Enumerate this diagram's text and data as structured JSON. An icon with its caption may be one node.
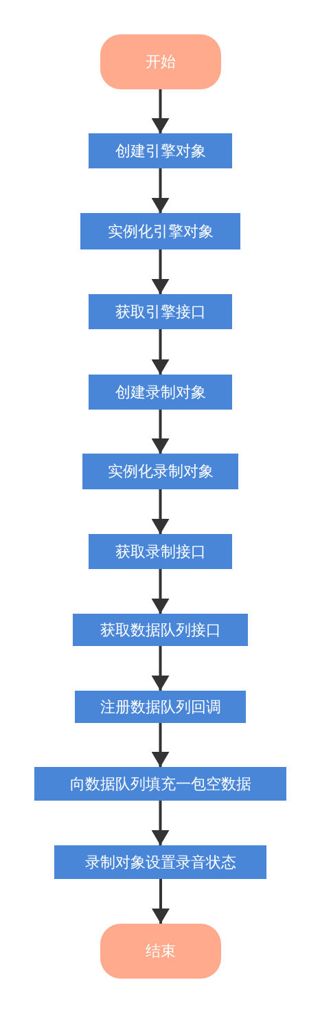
{
  "diagram": {
    "nodes": [
      {
        "text": [
          "开始"
        ]
      },
      {
        "text": [
          "创建引擎对象"
        ]
      },
      {
        "text": [
          "实例化引擎对象"
        ]
      },
      {
        "text": [
          "获取引擎接口"
        ]
      },
      {
        "text": [
          "创建录制对象"
        ]
      },
      {
        "text": [
          "实例化录制对象"
        ]
      },
      {
        "text": [
          "获取录制接口"
        ]
      },
      {
        "text": [
          "获取数据队列接口"
        ]
      },
      {
        "text": [
          "注册数据队列回调"
        ]
      },
      {
        "text": [
          "向数据队列填充一包空数据"
        ]
      },
      {
        "text": [
          "录制对象设置录音状态"
        ]
      },
      {
        "text": [
          "结束"
        ]
      }
    ],
    "edges": [
      {
        "from": 0,
        "to": 1,
        "arrow": "to"
      },
      {
        "from": 1,
        "to": 2,
        "arrow": "to"
      },
      {
        "from": 2,
        "to": 3,
        "arrow": "to"
      },
      {
        "from": 3,
        "to": 4,
        "arrow": "to"
      },
      {
        "from": 4,
        "to": 5,
        "arrow": "to"
      },
      {
        "from": 5,
        "to": 6,
        "arrow": "to"
      },
      {
        "from": 6,
        "to": 7,
        "arrow": "to"
      },
      {
        "from": 7,
        "to": 8,
        "arrow": "to"
      },
      {
        "from": 8,
        "to": 9,
        "arrow": "to"
      },
      {
        "from": 9,
        "to": 10,
        "arrow": "to"
      },
      {
        "from": 10,
        "to": 11,
        "arrow": "to"
      }
    ]
  }
}
